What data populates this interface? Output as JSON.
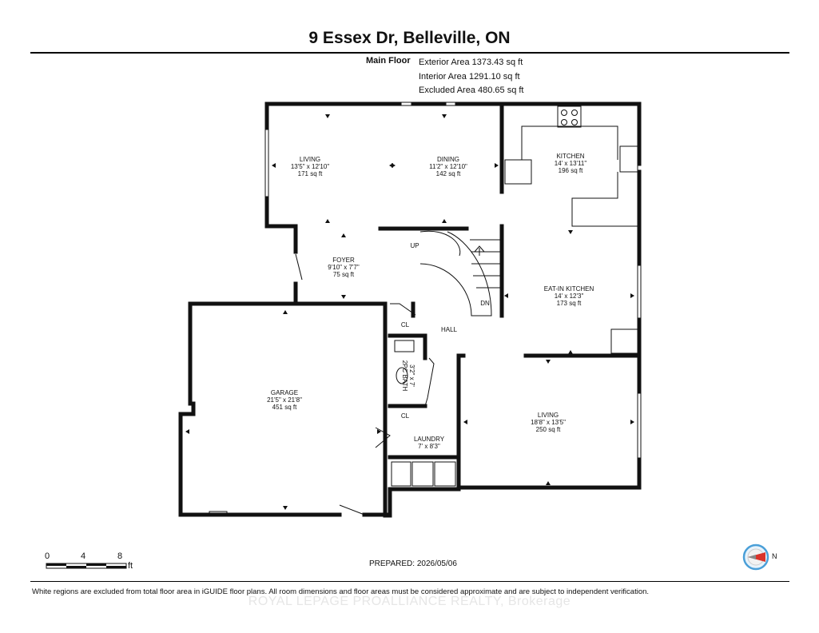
{
  "header": {
    "title": "9 Essex Dr, Belleville, ON"
  },
  "floor": {
    "name": "Main Floor",
    "exterior_area": "Exterior Area 1373.43 sq ft",
    "interior_area": "Interior Area 1291.10 sq ft",
    "excluded_area": "Excluded Area 480.65 sq ft"
  },
  "rooms": {
    "living_top": {
      "name": "LIVING",
      "dims": "13'5\" x 12'10\"",
      "area": "171 sq ft"
    },
    "dining": {
      "name": "DINING",
      "dims": "11'2\" x 12'10\"",
      "area": "142 sq ft"
    },
    "kitchen": {
      "name": "KITCHEN",
      "dims": "14' x 13'11\"",
      "area": "196 sq ft"
    },
    "foyer": {
      "name": "FOYER",
      "dims": "9'10\" x 7'7\"",
      "area": "75 sq ft"
    },
    "eat_in": {
      "name": "EAT-IN KITCHEN",
      "dims": "14' x 12'3\"",
      "area": "173 sq ft"
    },
    "hall": {
      "name": "HALL"
    },
    "cl1": {
      "name": "CL"
    },
    "cl2": {
      "name": "CL"
    },
    "bath": {
      "name": "2PC BATH",
      "dims": "3'2\" x 7'"
    },
    "garage": {
      "name": "GARAGE",
      "dims": "21'5\" x 21'8\"",
      "area": "451 sq ft"
    },
    "laundry": {
      "name": "LAUNDRY",
      "dims": "7' x 8'3\""
    },
    "living_bottom": {
      "name": "LIVING",
      "dims": "18'8\" x 13'5\"",
      "area": "250 sq ft"
    },
    "stairs_up": "UP",
    "stairs_dn": "DN"
  },
  "scale": {
    "ticks": [
      "0",
      "4",
      "8"
    ],
    "unit": "ft"
  },
  "compass": {
    "label": "N",
    "icon": "north-arrow-icon"
  },
  "prepared": "PREPARED: 2026/05/06",
  "footer": {
    "note": "White regions are excluded from total floor area in iGUIDE floor plans. All room dimensions and floor areas must be considered approximate and are subject to independent verification.",
    "watermark": "ROYAL LEPAGE PROALLIANCE REALTY, Brokerage"
  },
  "colors": {
    "wall": "#111111",
    "compass_ring": "#4a9fd8",
    "compass_arrow": "#d9332a"
  }
}
